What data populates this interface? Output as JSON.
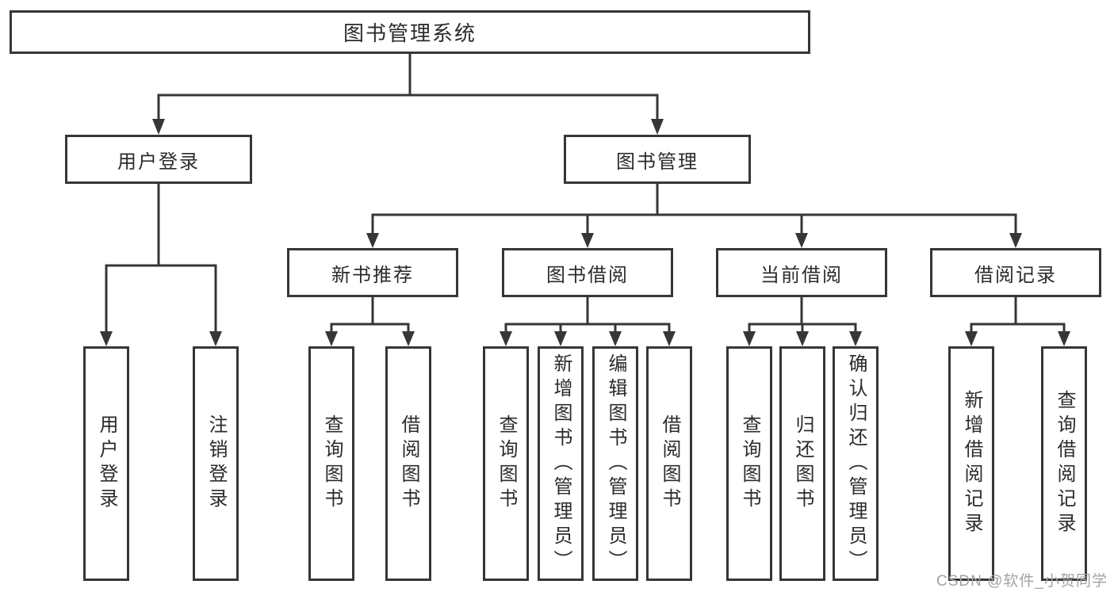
{
  "diagram": {
    "root": {
      "label": "图书管理系统"
    },
    "branches": [
      {
        "label": "用户登录",
        "children": [
          {
            "label": "用户登录"
          },
          {
            "label": "注销登录"
          }
        ]
      },
      {
        "label": "图书管理",
        "children": [
          {
            "label": "新书推荐",
            "children": [
              {
                "label": "查询图书"
              },
              {
                "label": "借阅图书"
              }
            ]
          },
          {
            "label": "图书借阅",
            "children": [
              {
                "label": "查询图书"
              },
              {
                "label": "新增图书（管理员）"
              },
              {
                "label": "编辑图书（管理员）"
              },
              {
                "label": "借阅图书"
              }
            ]
          },
          {
            "label": "当前借阅",
            "children": [
              {
                "label": "查询图书"
              },
              {
                "label": "归还图书"
              },
              {
                "label": "确认归还（管理员）"
              }
            ]
          },
          {
            "label": "借阅记录",
            "children": [
              {
                "label": "新增借阅记录"
              },
              {
                "label": "查询借阅记录"
              }
            ]
          }
        ]
      }
    ]
  },
  "icons": {
    "arrow-down": "▼"
  },
  "watermark": {
    "text": "CSDN @软件_小贺同学"
  },
  "colors": {
    "line": "#363636",
    "ink": "#2b2b2b",
    "bg": "#ffffff",
    "watermark": "#a3a3a3"
  }
}
